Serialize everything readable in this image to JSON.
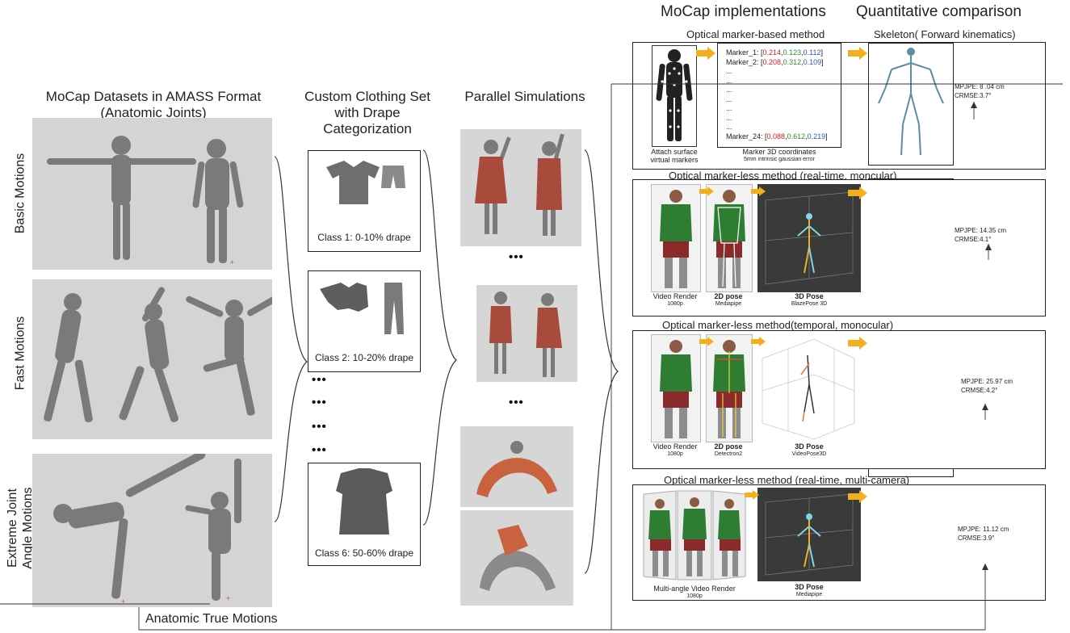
{
  "columns": {
    "datasets": {
      "line1": "MoCap Datasets in AMASS Format",
      "line2": "(Anatomic Joints)"
    },
    "clothing": {
      "line1": "Custom Clothing Set",
      "line2": "with Drape",
      "line3": "Categorization"
    },
    "simulations": {
      "title": "Parallel Simulations"
    },
    "mocap": {
      "title": "MoCap implementations"
    },
    "comparison": {
      "title": "Quantitative comparison"
    }
  },
  "rows": {
    "basic": "Basic Motions",
    "fast": "Fast Motions",
    "extreme_line1": "Extreme Joint",
    "extreme_line2": "Angle Motions"
  },
  "clothing_classes": [
    {
      "label": "Class 1: 0-10% drape"
    },
    {
      "label": "Class 2: 10-20% drape"
    },
    {
      "label": "Class 6: 50-60% drape"
    }
  ],
  "ellipsis": "•••",
  "bottom_label": "Anatomic True Motions",
  "methods": [
    {
      "title": "Optical marker-based method",
      "skeleton_title": "Skeleton( Forward kinematics)",
      "cap1_line1": "Attach surface",
      "cap1_line2": "virtual markers",
      "cap2_line1": "Marker 3D coordinates",
      "cap2_line2": "5mm intrinsic gaussian error",
      "markers": [
        {
          "name": "Marker_1: [",
          "x": "0.214",
          "y": "0.123",
          "z": "0.112"
        },
        {
          "name": "Marker_2: [",
          "x": "0.208",
          "y": "0.312",
          "z": "0.109"
        }
      ],
      "marker_last": {
        "name": "Marker_24: [",
        "x": "0.088",
        "y": "0.612",
        "z": "0.219"
      },
      "marker_dots": "...",
      "mpjpe": "MPJPE: 8 .04 cm",
      "crmse": "CRMSE:3.7°"
    },
    {
      "title": "Optical marker-less method (real-time, moncular)",
      "cap_video": "Video Render",
      "cap_video_sub": "1080p",
      "cap_2d": "2D pose",
      "cap_2d_sub": "Mediapipe",
      "cap_3d": "3D Pose",
      "cap_3d_sub": "BlazePose 3D",
      "mpjpe": "MPJPE: 14.35 cm",
      "crmse": "CRMSE:4.1°"
    },
    {
      "title": "Optical marker-less method(temporal, monocular)",
      "cap_video": "Video Render",
      "cap_video_sub": "1080p",
      "cap_2d": "2D pose",
      "cap_2d_sub": "Detectron2",
      "cap_3d": "3D Pose",
      "cap_3d_sub": "VideoPose3D",
      "mpjpe": "MPJPE: 25.97 cm",
      "crmse": "CRMSE:4.2°"
    },
    {
      "title": "Optical marker-less method (real-time, multi-camera)",
      "cap_video": "Multi-angle Video Render",
      "cap_video_sub": "1080p",
      "cap_3d": "3D Pose",
      "cap_3d_sub": "Mediapipe",
      "mpjpe": "MPJPE: 11.12 cm",
      "crmse": "CRMSE:3.9°"
    }
  ],
  "colors": {
    "body_gray": "#7a7a7a",
    "cloth_red": "#a84a3c",
    "shirt_green": "#2e7d32",
    "arrow_yellow": "#f2b01e"
  }
}
